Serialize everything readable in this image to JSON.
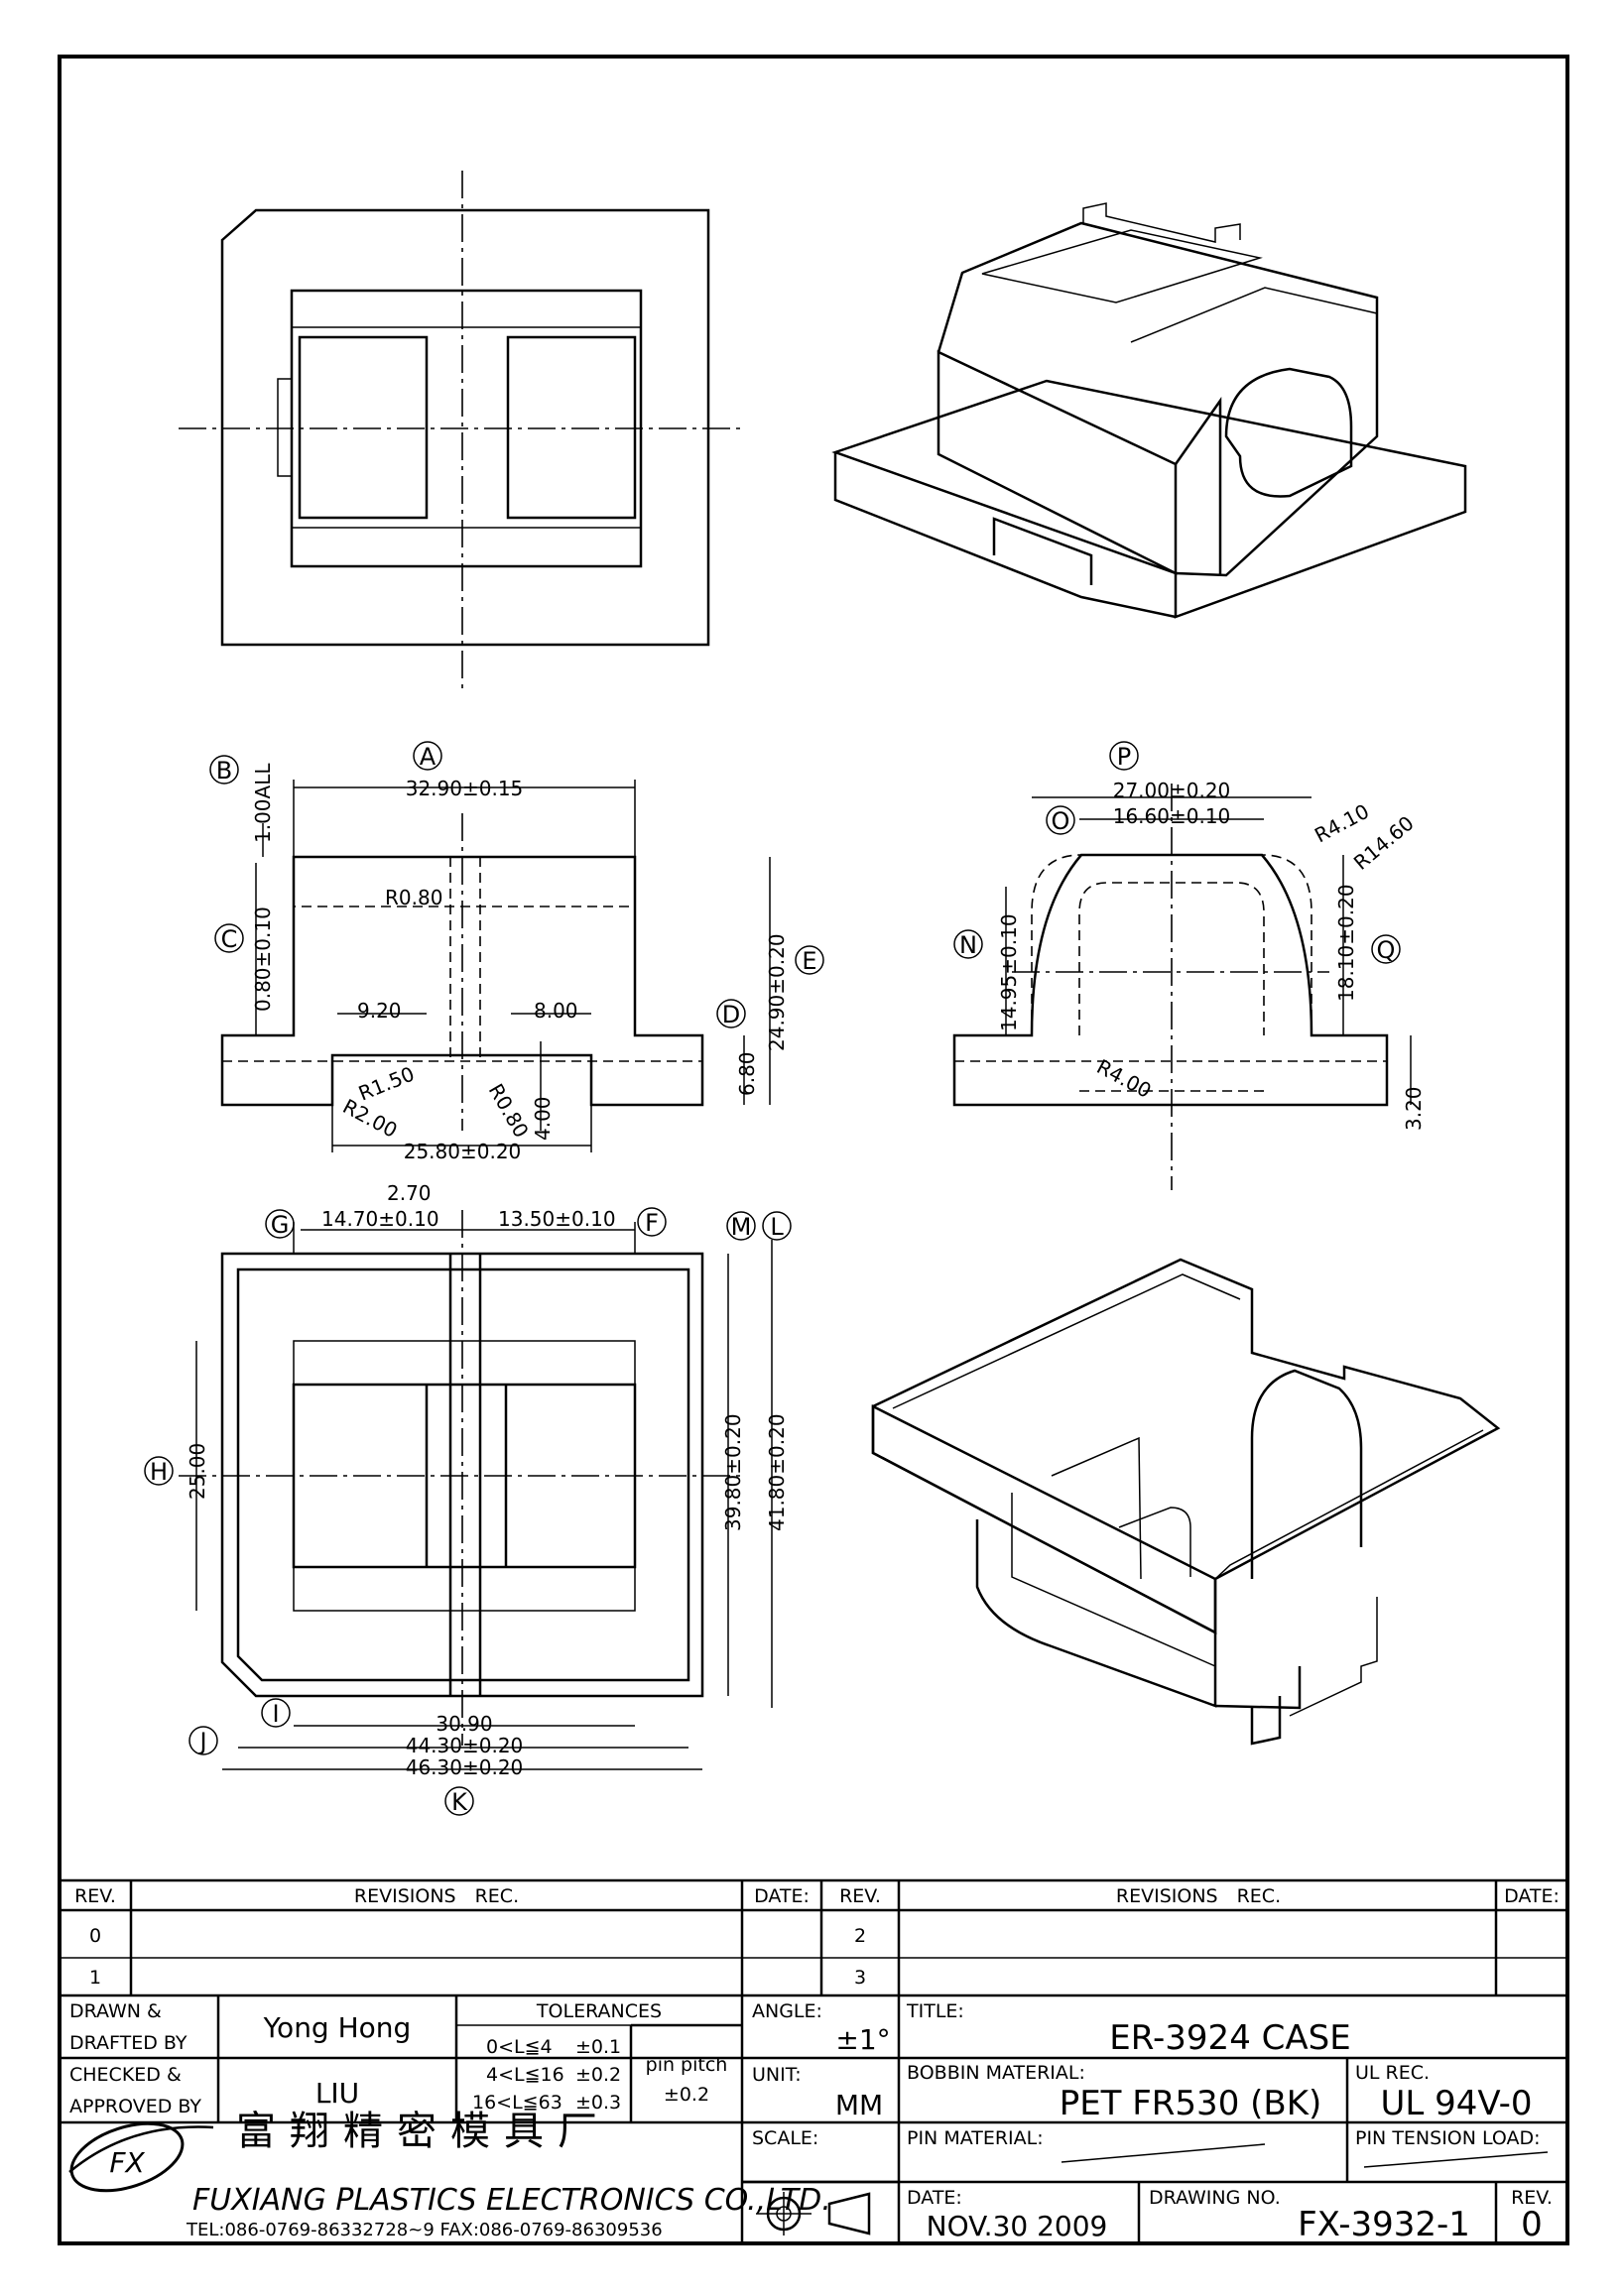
{
  "views": {
    "section_1": {
      "labels": {
        "A": "A",
        "B": "B",
        "C": "C",
        "D": "D",
        "E": "E"
      },
      "dims": {
        "a": "32.90±0.15",
        "b": "1.00ALL",
        "c": "0.80±0.10",
        "e": "24.90±0.20",
        "d": "6.80",
        "r080": "R0.80",
        "w920": "9.20",
        "w800": "8.00",
        "r150": "R1.50",
        "r200": "R2.00",
        "r080b": "R0.80",
        "h400": "4.00",
        "w2580": "25.80±0.20"
      }
    },
    "section_2": {
      "labels": {
        "P": "P",
        "O": "O",
        "N": "N",
        "Q": "Q"
      },
      "dims": {
        "p": "27.00±0.20",
        "o": "16.60±0.10",
        "r410": "R4.10",
        "r1460": "R14.60",
        "n": "14.95±0.10",
        "q": "18.10±0.20",
        "r400": "R4.00",
        "h320": "3.20"
      }
    },
    "bottom_view": {
      "labels": {
        "G": "G",
        "F": "F",
        "M": "M",
        "L": "L",
        "H": "H",
        "I": "I",
        "J": "J",
        "K": "K"
      },
      "dims": {
        "w270": "2.70",
        "g": "14.70±0.10",
        "f": "13.50±0.10",
        "h": "25.00",
        "m": "39.80±0.20",
        "l": "41.80±0.20",
        "i": "30.90",
        "j": "44.30±0.20",
        "k": "46.30±0.20"
      }
    }
  },
  "title_block": {
    "rev_header": "REV.",
    "revisions_header": "REVISIONS　REC.",
    "date_header": "DATE:",
    "rev_rows_left": [
      "0",
      "1"
    ],
    "rev_rows_right": [
      "2",
      "3"
    ],
    "drawn_label": "DRAWN &",
    "drafted_label": "DRAFTED BY",
    "drawn_name": "Yong Hong",
    "checked_label": "CHECKED &",
    "approved_label": "APPROVED BY",
    "checked_name": "LIU",
    "tolerances_label": "TOLERANCES",
    "tol_rows": [
      {
        "range": "0<L≦4",
        "tol": "±0.1"
      },
      {
        "range": "4<L≦16",
        "tol": "±0.2"
      },
      {
        "range": "16<L≦63",
        "tol": "±0.3"
      }
    ],
    "pin_pitch_label": "pin pitch",
    "pin_pitch_tol": "±0.2",
    "angle_label": "ANGLE:",
    "angle_value": "±1°",
    "unit_label": "UNIT:",
    "unit_value": "MM",
    "scale_label": "SCALE:",
    "title_label": "TITLE:",
    "title_value": "ER-3924 CASE",
    "bobbin_label": "BOBBIN MATERIAL:",
    "bobbin_value": "PET FR530 (BK)",
    "ul_label": "UL REC.",
    "ul_value": "UL 94V-0",
    "pin_material_label": "PIN MATERIAL:",
    "pin_tension_label": "PIN TENSION LOAD:",
    "date_label": "DATE:",
    "date_value": "NOV.30 2009",
    "drawing_no_label": "DRAWING NO.",
    "drawing_no_value": "FX-3932-1",
    "rev_label": "REV.",
    "rev_value": "0",
    "company_cn": "富翔精密模具厂",
    "company_en": "FUXIANG PLASTICS ELECTRONICS CO.,LTD.",
    "contact": "TEL:086-0769-86332728~9  FAX:086-0769-86309536",
    "logo_text": "FX"
  }
}
